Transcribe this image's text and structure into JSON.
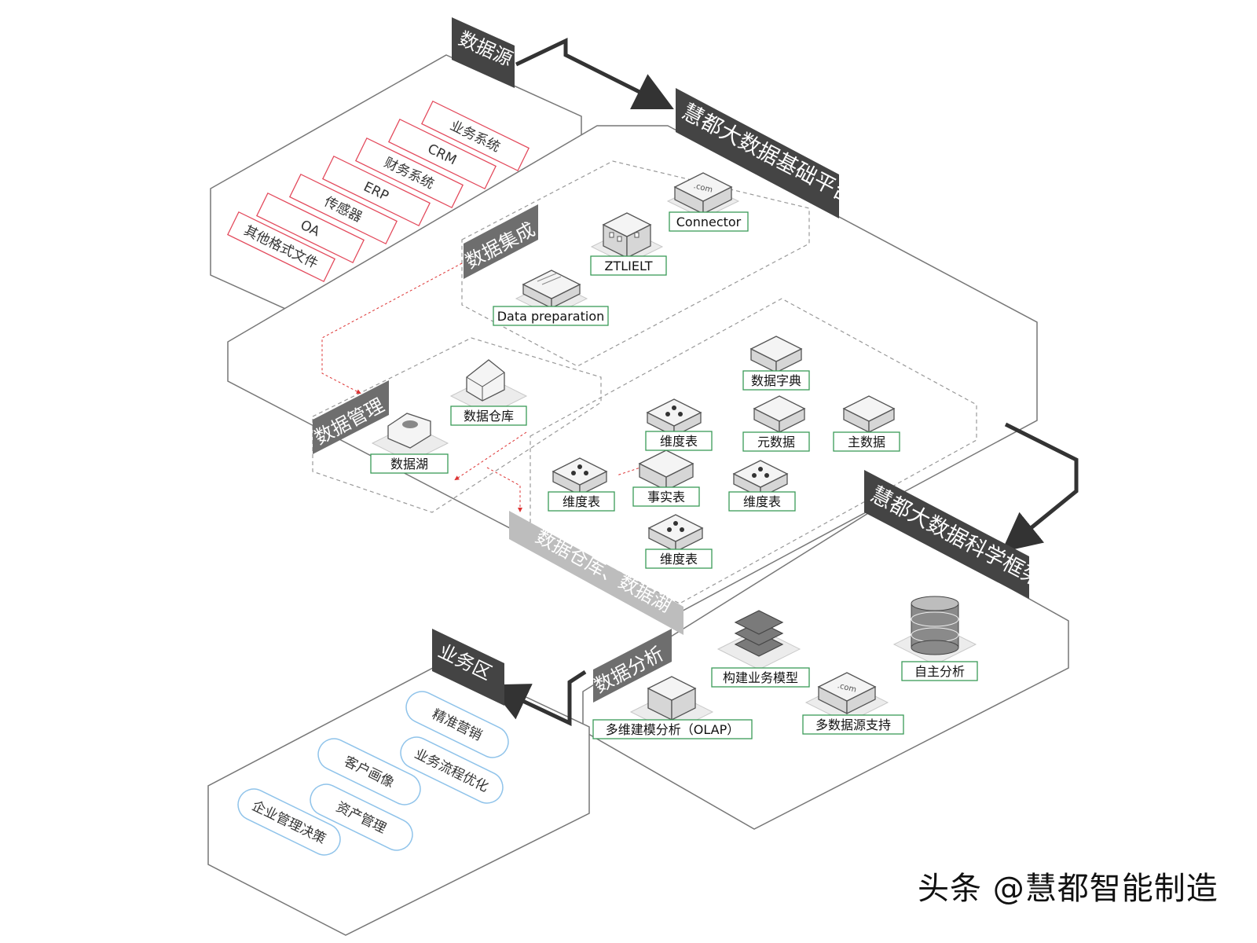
{
  "sections": {
    "data_source": "数据源",
    "platform": "慧都大数据基础平台",
    "integration": "数据集成",
    "management": "数据管理",
    "warehouse_lake": "数据仓库、数据湖",
    "science": "慧都大数据科学框架",
    "analysis": "数据分析",
    "business": "业务区"
  },
  "sources": [
    "业务系统",
    "CRM",
    "财务系统",
    "ERP",
    "传感器",
    "OA",
    "其他格式文件"
  ],
  "integration_items": [
    "Connector",
    "ZTLIELT",
    "Data preparation"
  ],
  "management_items": [
    "数据仓库",
    "数据湖"
  ],
  "warehouse_items": {
    "dictionary": "数据字典",
    "metadata": "元数据",
    "master": "主数据",
    "fact": "事实表",
    "dim_top": "维度表",
    "dim_left": "维度表",
    "dim_right": "维度表",
    "dim_bottom": "维度表"
  },
  "analysis_items": [
    "构建业务模型",
    "自主分析",
    "多维建模分析（OLAP）",
    "多数据源支持"
  ],
  "business_items": [
    "精准营销",
    "客户画像",
    "业务流程优化",
    "企业管理决策",
    "资产管理"
  ],
  "watermark": "头条 @慧都智能制造"
}
